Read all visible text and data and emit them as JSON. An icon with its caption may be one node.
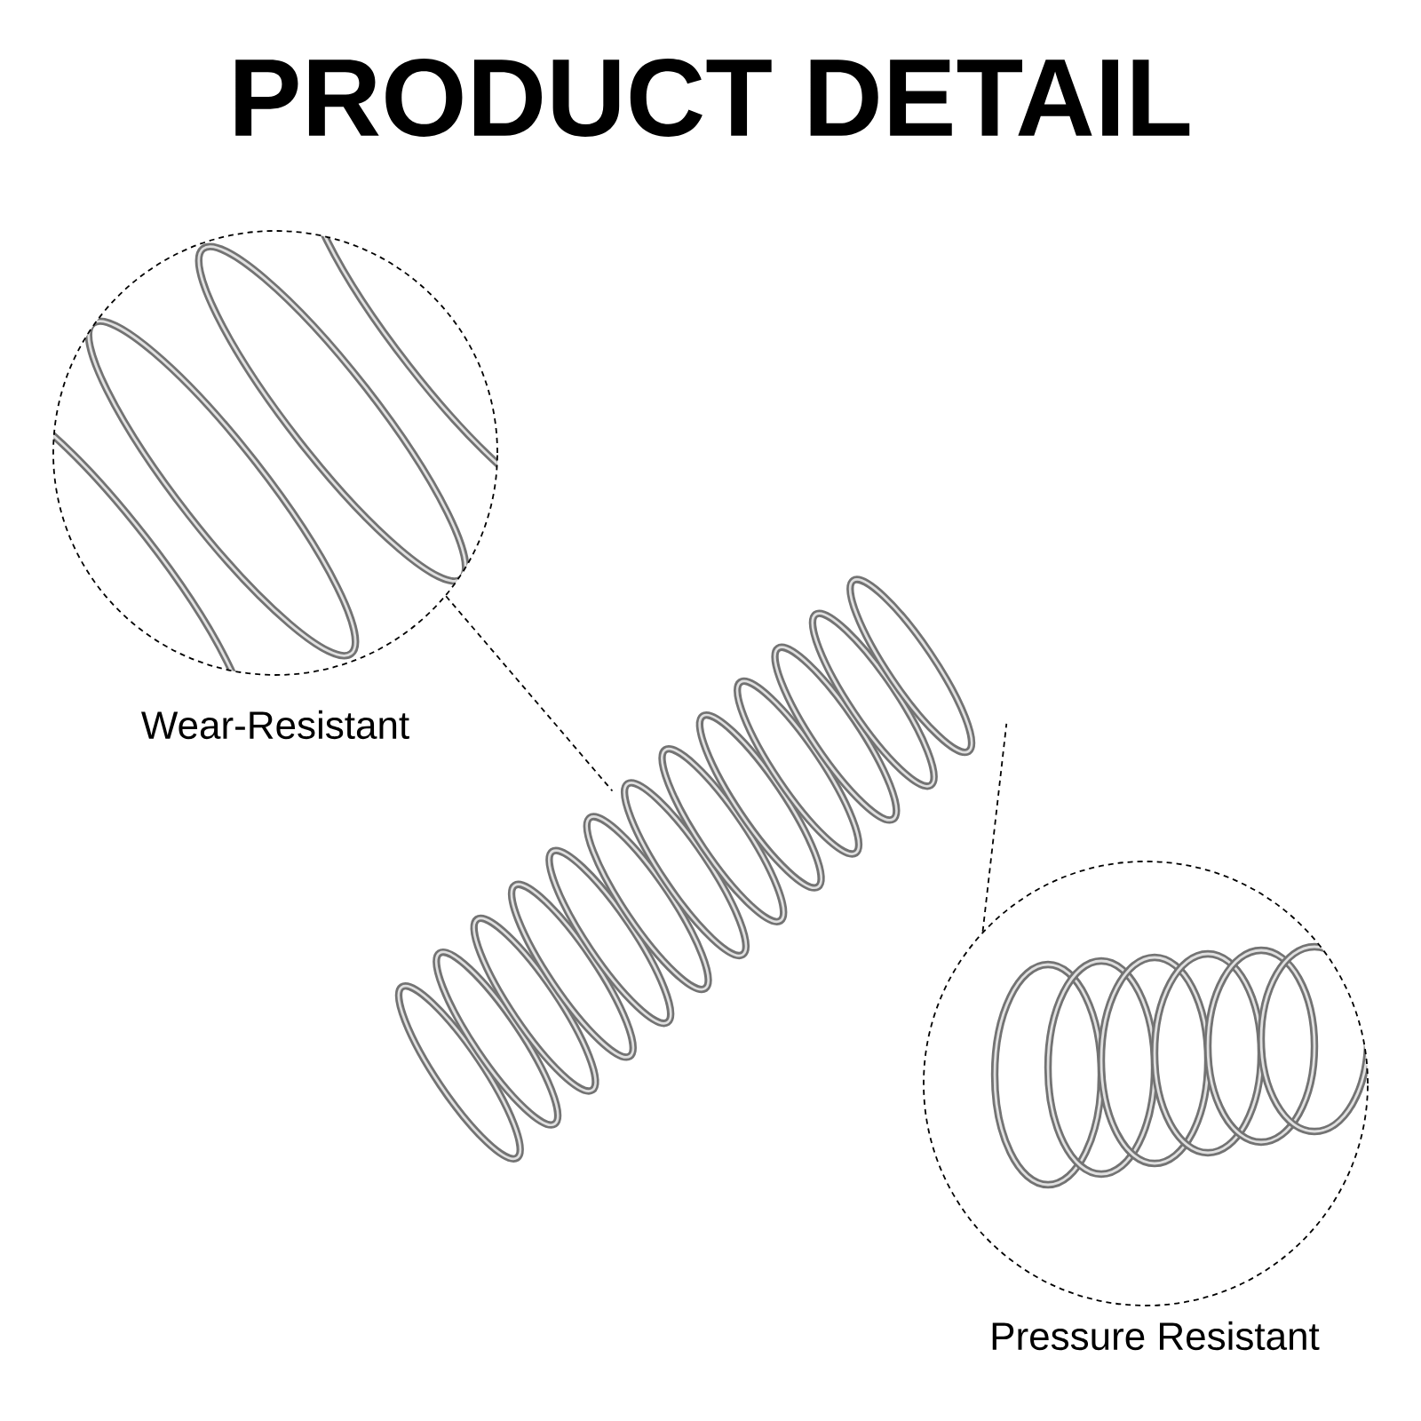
{
  "diagram": {
    "title": "PRODUCT DETAIL",
    "nodes": [
      {
        "text": [],
        "shape": "circle",
        "beside": [
          "Wear-Resistant"
        ]
      },
      {
        "text": [],
        "shape": "picture"
      },
      {
        "text": [],
        "shape": "circle",
        "beside": [
          "Pressure Resistant"
        ]
      }
    ],
    "edges": [
      {
        "from": 0,
        "to": 1,
        "arrow": "none",
        "style": "dashed"
      },
      {
        "from": 2,
        "to": 1,
        "arrow": "none",
        "style": "dashed"
      }
    ]
  }
}
